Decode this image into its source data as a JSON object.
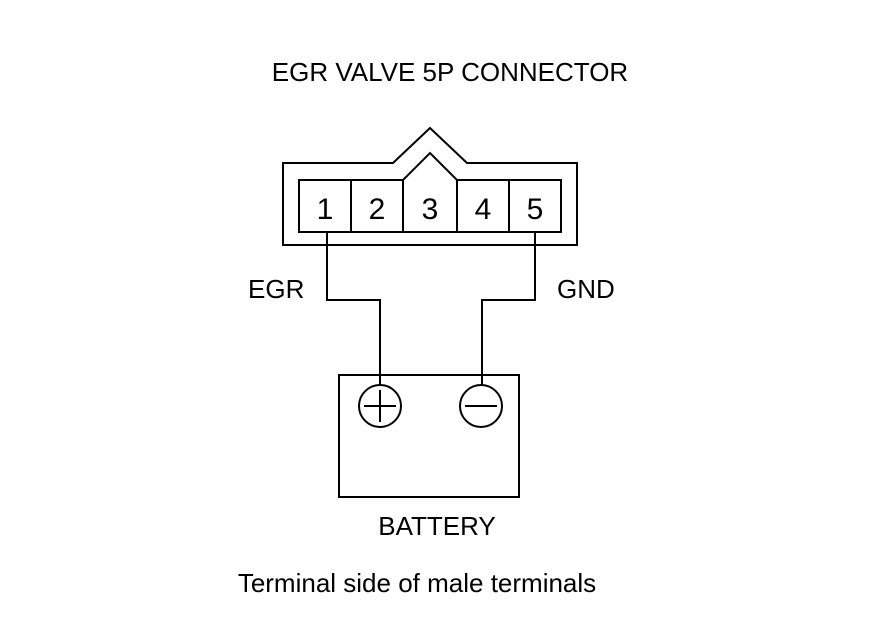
{
  "title": "EGR VALVE 5P CONNECTOR",
  "connector": {
    "pins": [
      "1",
      "2",
      "3",
      "4",
      "5"
    ]
  },
  "wires": {
    "left_label": "EGR",
    "right_label": "GND"
  },
  "battery": {
    "label": "BATTERY",
    "positive_terminal_icon": "plus-in-circle",
    "negative_terminal_icon": "minus-in-circle"
  },
  "caption": "Terminal side of male terminals",
  "colors": {
    "ink": "#000000",
    "background": "#ffffff"
  }
}
